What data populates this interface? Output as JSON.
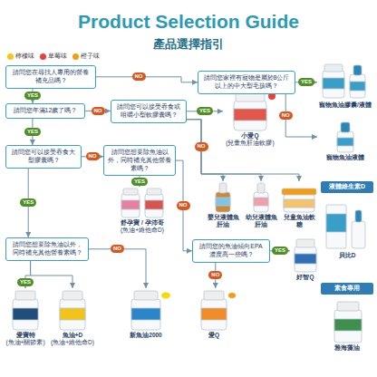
{
  "diagram": {
    "title": "Product Selection Guide",
    "nodes": [
      {
        "text": [
          "請問您在尋找人專用的營養補充品嗎？"
        ]
      },
      {
        "text": [
          "請問您家裡有寵物是屬於8公斤以上的中大型毛孩嗎？"
        ]
      },
      {
        "text": [
          "寵物魚油膠囊/液體"
        ]
      },
      {
        "text": [
          "請問您年滿12歲了嗎？"
        ]
      },
      {
        "text": [
          "請問您可以接受吞食或咀嚼小型軟膠囊嗎？"
        ]
      },
      {
        "text": [
          "小愛Q",
          "(兒童魚肝油軟膠)"
        ]
      },
      {
        "text": [
          "寵物魚油液體"
        ]
      },
      {
        "text": [
          "請問您可以接受吞食大型膠囊嗎？"
        ]
      },
      {
        "text": [
          "請問您想要除魚油以外，同時補充其他營養素嗎？"
        ]
      },
      {
        "text": [
          "嬰兒液體魚肝油"
        ]
      },
      {
        "text": [
          "幼兒液體魚肝油"
        ]
      },
      {
        "text": [
          "兒童魚油軟糖"
        ]
      },
      {
        "text": [
          "液體維生素D"
        ]
      },
      {
        "text": [
          "舒孕寶 / 孕沛哥",
          "(魚油+維他命D)"
        ]
      },
      {
        "text": [
          "貝比D"
        ]
      },
      {
        "text": [
          "請問您想要除魚油以外，同時補充其他營養素嗎？"
        ]
      },
      {
        "text": [
          "請問您的魚油傾向EPA濃度高一些嗎？"
        ]
      },
      {
        "text": [
          "好智Q"
        ]
      },
      {
        "text": [
          "素食專用"
        ]
      },
      {
        "text": [
          "愛寶特",
          "(魚油+關節素)"
        ]
      },
      {
        "text": [
          "魚油+D",
          "(魚油+維他命D)"
        ]
      },
      {
        "text": [
          "新魚油2000"
        ]
      },
      {
        "text": [
          "愛Q"
        ]
      },
      {
        "text": [
          "雅海藻油"
        ]
      }
    ],
    "edges": [
      {
        "from": 0,
        "to": 1,
        "label": "NO",
        "arrow": "to"
      },
      {
        "from": 1,
        "to": 2,
        "label": "YES",
        "arrow": "to"
      },
      {
        "from": 1,
        "to": 6,
        "label": "NO",
        "arrow": "to"
      },
      {
        "from": 0,
        "to": 3,
        "label": "YES",
        "arrow": "to"
      },
      {
        "from": 3,
        "to": 4,
        "label": "NO",
        "arrow": "to"
      },
      {
        "from": 3,
        "to": 7,
        "label": "YES",
        "arrow": "to"
      },
      {
        "from": 4,
        "to": 5,
        "label": "YES",
        "arrow": "to"
      },
      {
        "from": 4,
        "to": 9,
        "label": "NO",
        "arrow": "to"
      },
      {
        "from": 4,
        "to": 10,
        "arrow": "to"
      },
      {
        "from": 4,
        "to": 11,
        "arrow": "to"
      },
      {
        "from": 7,
        "to": 8,
        "label": "NO",
        "arrow": "to"
      },
      {
        "from": 7,
        "to": 15,
        "label": "YES",
        "arrow": "to"
      },
      {
        "from": 8,
        "to": 13,
        "label": "YES",
        "arrow": "to"
      },
      {
        "from": 8,
        "to": 16,
        "label": "NO",
        "arrow": "to"
      },
      {
        "from": 15,
        "to": 19,
        "label": "YES",
        "arrow": "to"
      },
      {
        "from": 15,
        "to": 20,
        "arrow": "to"
      },
      {
        "from": 15,
        "to": 21,
        "label": "NO",
        "arrow": "to"
      },
      {
        "from": 16,
        "to": 17,
        "label": "YES",
        "arrow": "to"
      },
      {
        "from": 16,
        "to": 22,
        "label": "NO",
        "arrow": "to"
      }
    ],
    "labels": [
      "產品選擇指引"
    ],
    "legend": [
      {
        "text": "檸檬味",
        "color": "#f5c518"
      },
      {
        "text": "草莓味",
        "color": "#e8413c"
      },
      {
        "text": "橙子味",
        "color": "#f39c12"
      }
    ]
  }
}
